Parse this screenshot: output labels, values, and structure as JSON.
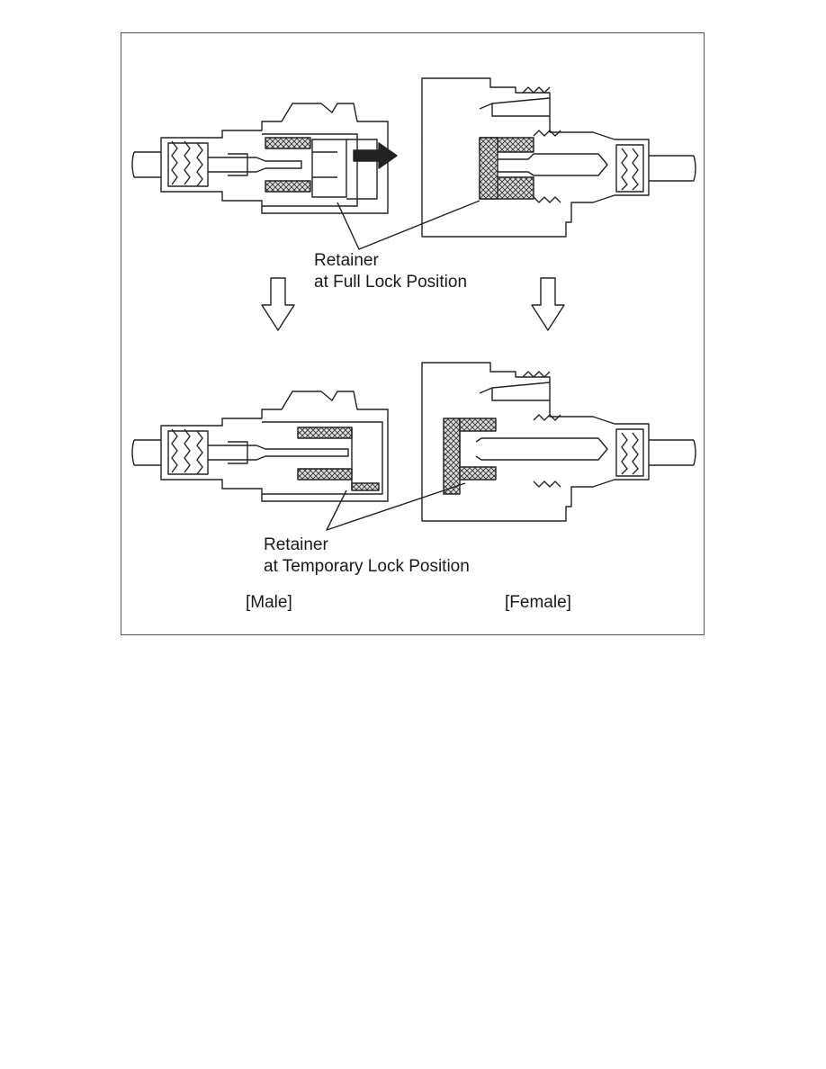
{
  "figure": {
    "callout_full": {
      "line1": "Retainer",
      "line2": "at Full Lock Position"
    },
    "callout_temporary": {
      "line1": "Retainer",
      "line2": "at Temporary Lock Position"
    },
    "label_male": "[Male]",
    "label_female": "[Female]"
  }
}
